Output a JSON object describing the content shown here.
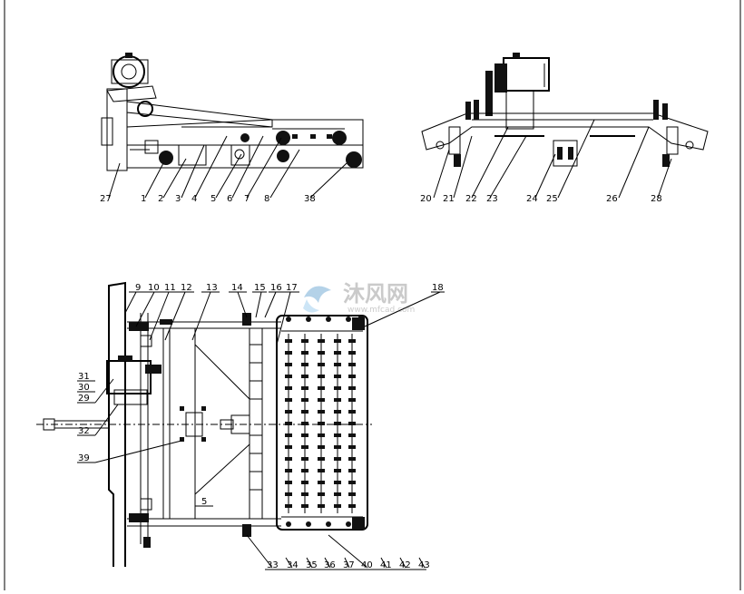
{
  "watermark": {
    "brand": "沐风网",
    "url": "www.mfcad.com"
  },
  "views": {
    "side_left": {
      "labels": [
        "27",
        "1",
        "2",
        "3",
        "4",
        "5",
        "6",
        "7",
        "8",
        "38"
      ]
    },
    "side_right": {
      "labels": [
        "20",
        "21",
        "22",
        "23",
        "24",
        "25",
        "26",
        "28"
      ]
    },
    "top": {
      "labels_top": [
        "9",
        "10",
        "11",
        "12",
        "13",
        "14",
        "15",
        "16",
        "17",
        "18"
      ],
      "labels_left": [
        "31",
        "30",
        "29",
        "32",
        "39"
      ],
      "labels_inner": [
        "5"
      ],
      "labels_bottom": [
        "33",
        "34",
        "35",
        "36",
        "37",
        "40",
        "41",
        "42",
        "43"
      ]
    }
  }
}
